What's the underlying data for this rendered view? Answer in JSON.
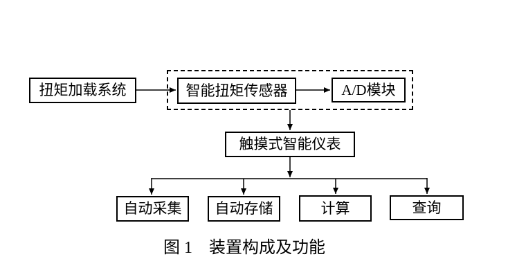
{
  "figure": {
    "caption": {
      "label": "图 1",
      "title": "装置构成及功能"
    },
    "nodes": {
      "torque_loading": "扭矩加载系统",
      "sensor": "智能扭矩传感器",
      "ad_module": "A/D模块",
      "instrument": "触摸式智能仪表",
      "auto_collect": "自动采集",
      "auto_store": "自动存储",
      "compute": "计算",
      "query": "查询"
    },
    "edges": [
      {
        "from": "torque_loading",
        "to": "sensor"
      },
      {
        "from": "sensor",
        "to": "ad_module"
      },
      {
        "from": "sensor_group",
        "to": "instrument"
      },
      {
        "from": "instrument",
        "to": "auto_collect"
      },
      {
        "from": "instrument",
        "to": "auto_store"
      },
      {
        "from": "instrument",
        "to": "compute"
      },
      {
        "from": "instrument",
        "to": "query"
      }
    ],
    "colors": {
      "line": "#000000",
      "text": "#000000",
      "background": "#ffffff"
    }
  }
}
